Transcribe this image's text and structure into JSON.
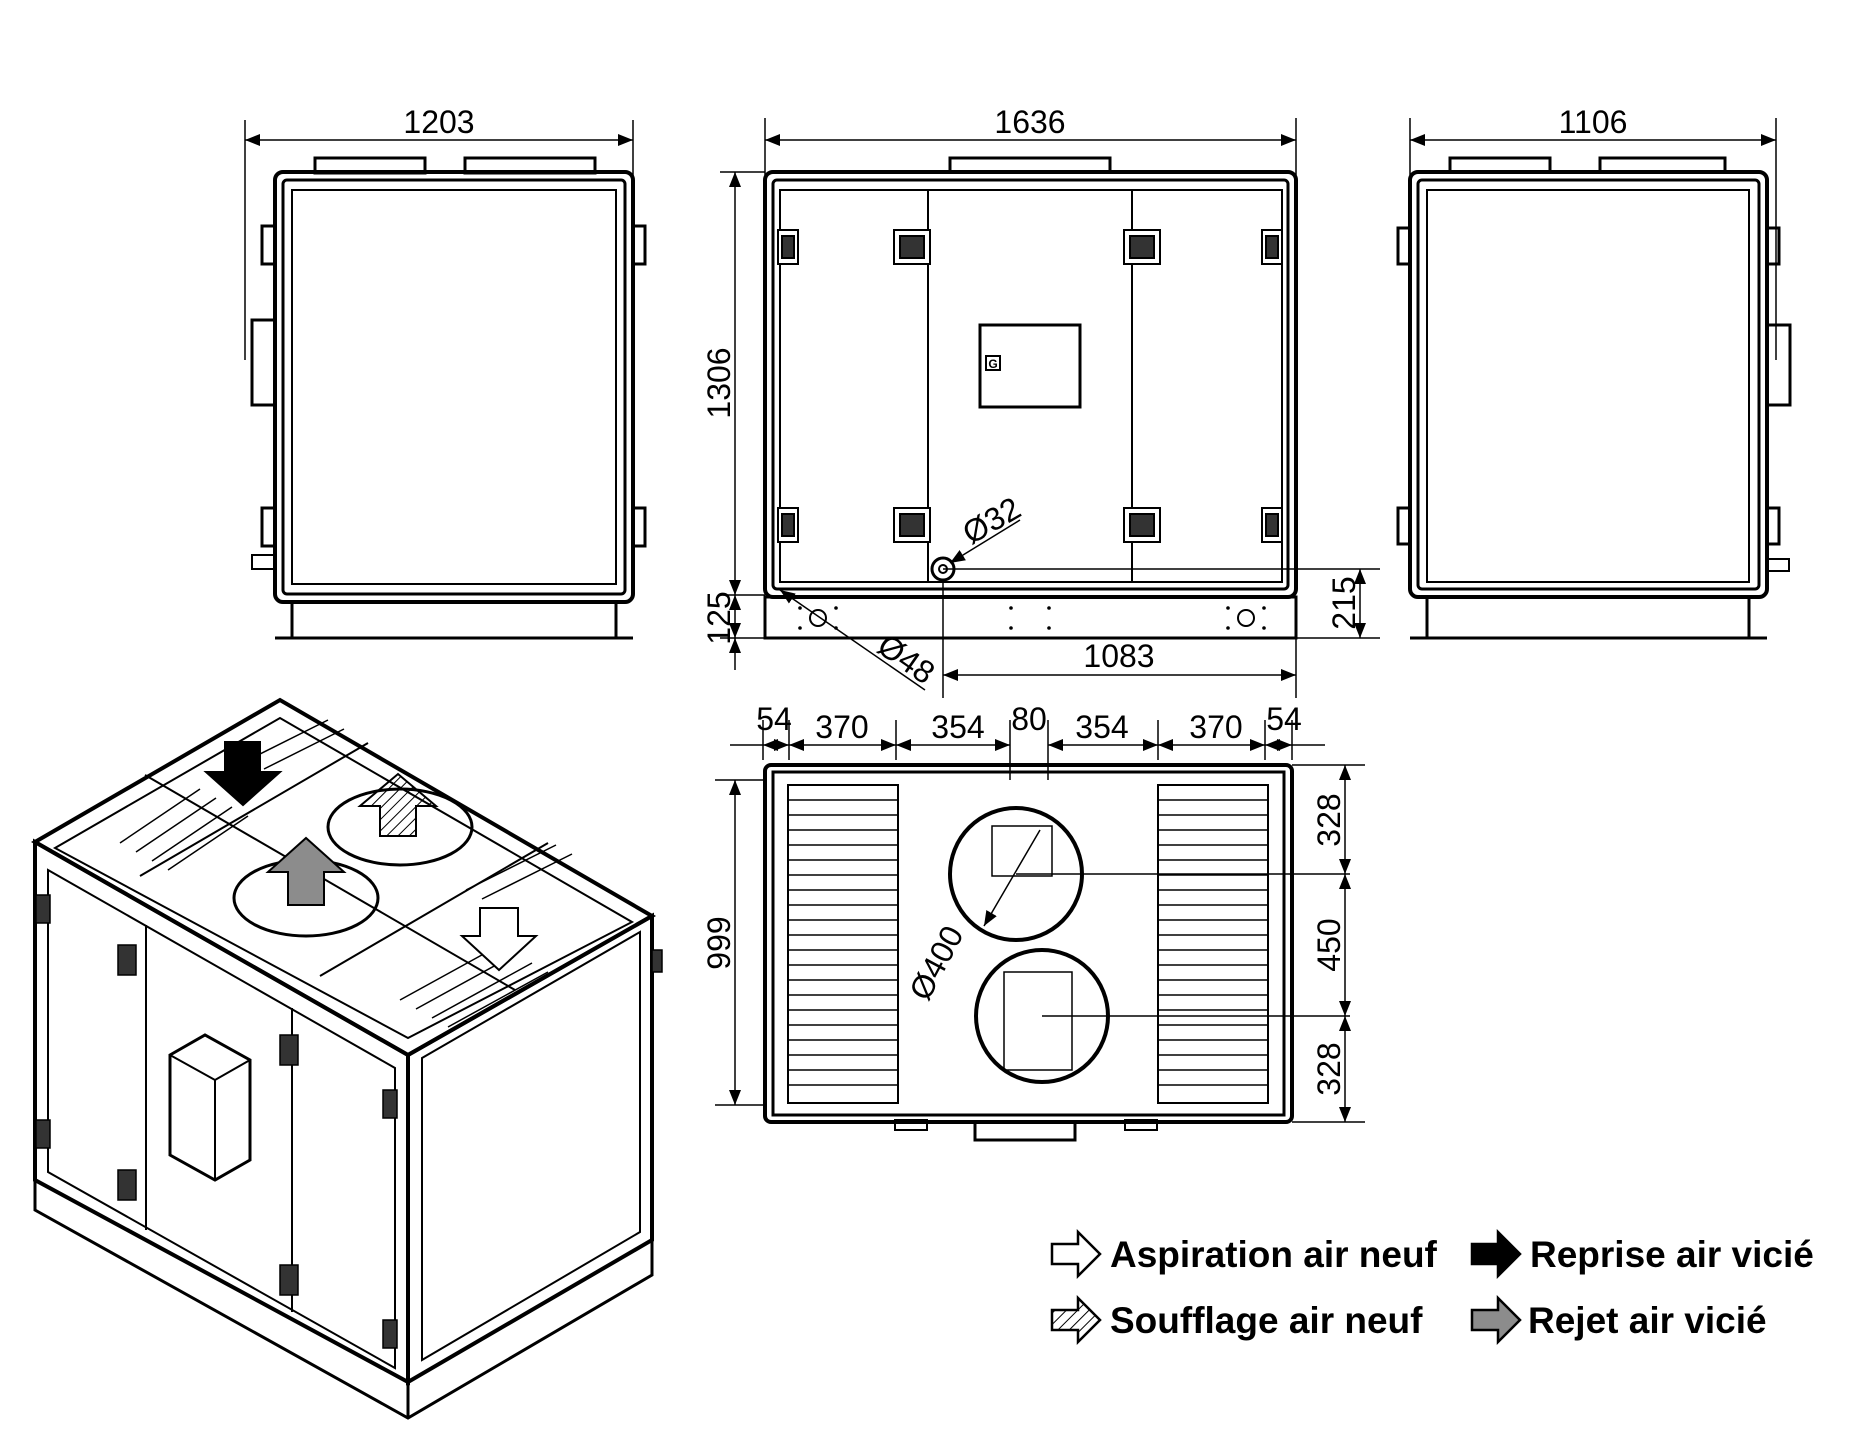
{
  "dimensions": {
    "left_view_width": "1203",
    "front_view_width": "1636",
    "right_view_width": "1106",
    "height": "1306",
    "base_height": "125",
    "drain_height": "215",
    "drain_dia_small": "Ø32",
    "drain_dia_large": "Ø48",
    "drain_offset": "1083",
    "top_54_left": "54",
    "top_370_left": "370",
    "top_354_left": "354",
    "top_80": "80",
    "top_354_right": "354",
    "top_370_right": "370",
    "top_54_right": "54",
    "depth": "999",
    "duct_dia": "Ø400",
    "side_328_top": "328",
    "side_450": "450",
    "side_328_bottom": "328"
  },
  "legend": {
    "aspiration": "Aspiration air neuf",
    "soufflage": "Soufflage air neuf",
    "reprise": "Reprise air vicié",
    "rejet": "Rejet air vicié"
  },
  "colors": {
    "line": "#000000",
    "panel_fill": "#ffffff",
    "grey_arrow": "#8c8c8c",
    "black_arrow": "#000000"
  }
}
